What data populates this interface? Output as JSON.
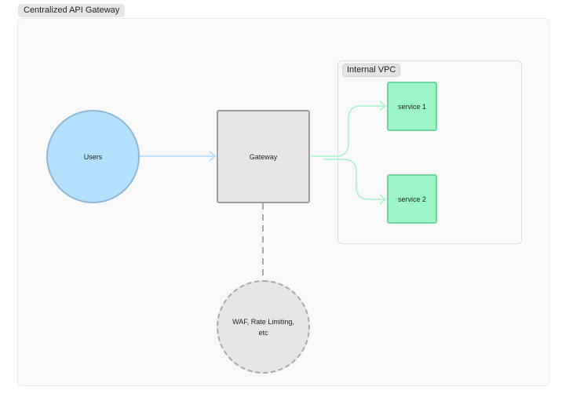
{
  "frame": {
    "label": "Centralized API Gateway"
  },
  "vpc": {
    "label": "Internal VPC"
  },
  "nodes": {
    "users": "Users",
    "gateway": "Gateway",
    "service1": "service 1",
    "service2": "service 2",
    "waf": "WAF, Rate Limiting, etc"
  },
  "colors": {
    "users_fill": "#b3e1fd",
    "gateway_fill": "#e6e6e6",
    "service_fill": "#9df5c6",
    "users_edge": "#a9dbff",
    "service_edge": "#a6f3c9",
    "dashed_edge": "#a8a8a8"
  }
}
